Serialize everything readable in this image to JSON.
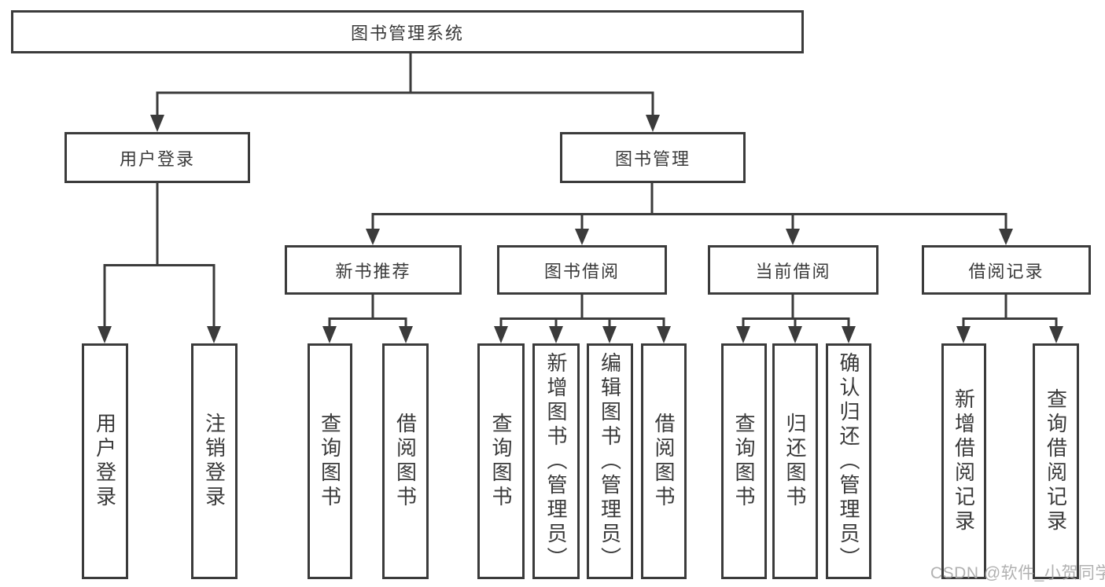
{
  "tree": {
    "root": {
      "label": "图书管理系统"
    },
    "children": [
      {
        "label": "用户登录",
        "children": [
          {
            "label": "用户登录"
          },
          {
            "label": "注销登录"
          }
        ]
      },
      {
        "label": "图书管理",
        "children": [
          {
            "label": "新书推荐",
            "children": [
              {
                "label": "查询图书"
              },
              {
                "label": "借阅图书"
              }
            ]
          },
          {
            "label": "图书借阅",
            "children": [
              {
                "label": "查询图书"
              },
              {
                "label": "新增图书（管理员）"
              },
              {
                "label": "编辑图书（管理员）"
              },
              {
                "label": "借阅图书"
              }
            ]
          },
          {
            "label": "当前借阅",
            "children": [
              {
                "label": "查询图书"
              },
              {
                "label": "归还图书"
              },
              {
                "label": "确认归还（管理员）"
              }
            ]
          },
          {
            "label": "借阅记录",
            "children": [
              {
                "label": "新增借阅记录"
              },
              {
                "label": "查询借阅记录"
              }
            ]
          }
        ]
      }
    ]
  },
  "watermark": {
    "text": "CSDN @软件_小贺同学"
  },
  "colors": {
    "line": "#3b3b3b",
    "text": "#3a3a3a",
    "watermark": "#a8a8a8",
    "background": "#ffffff"
  }
}
